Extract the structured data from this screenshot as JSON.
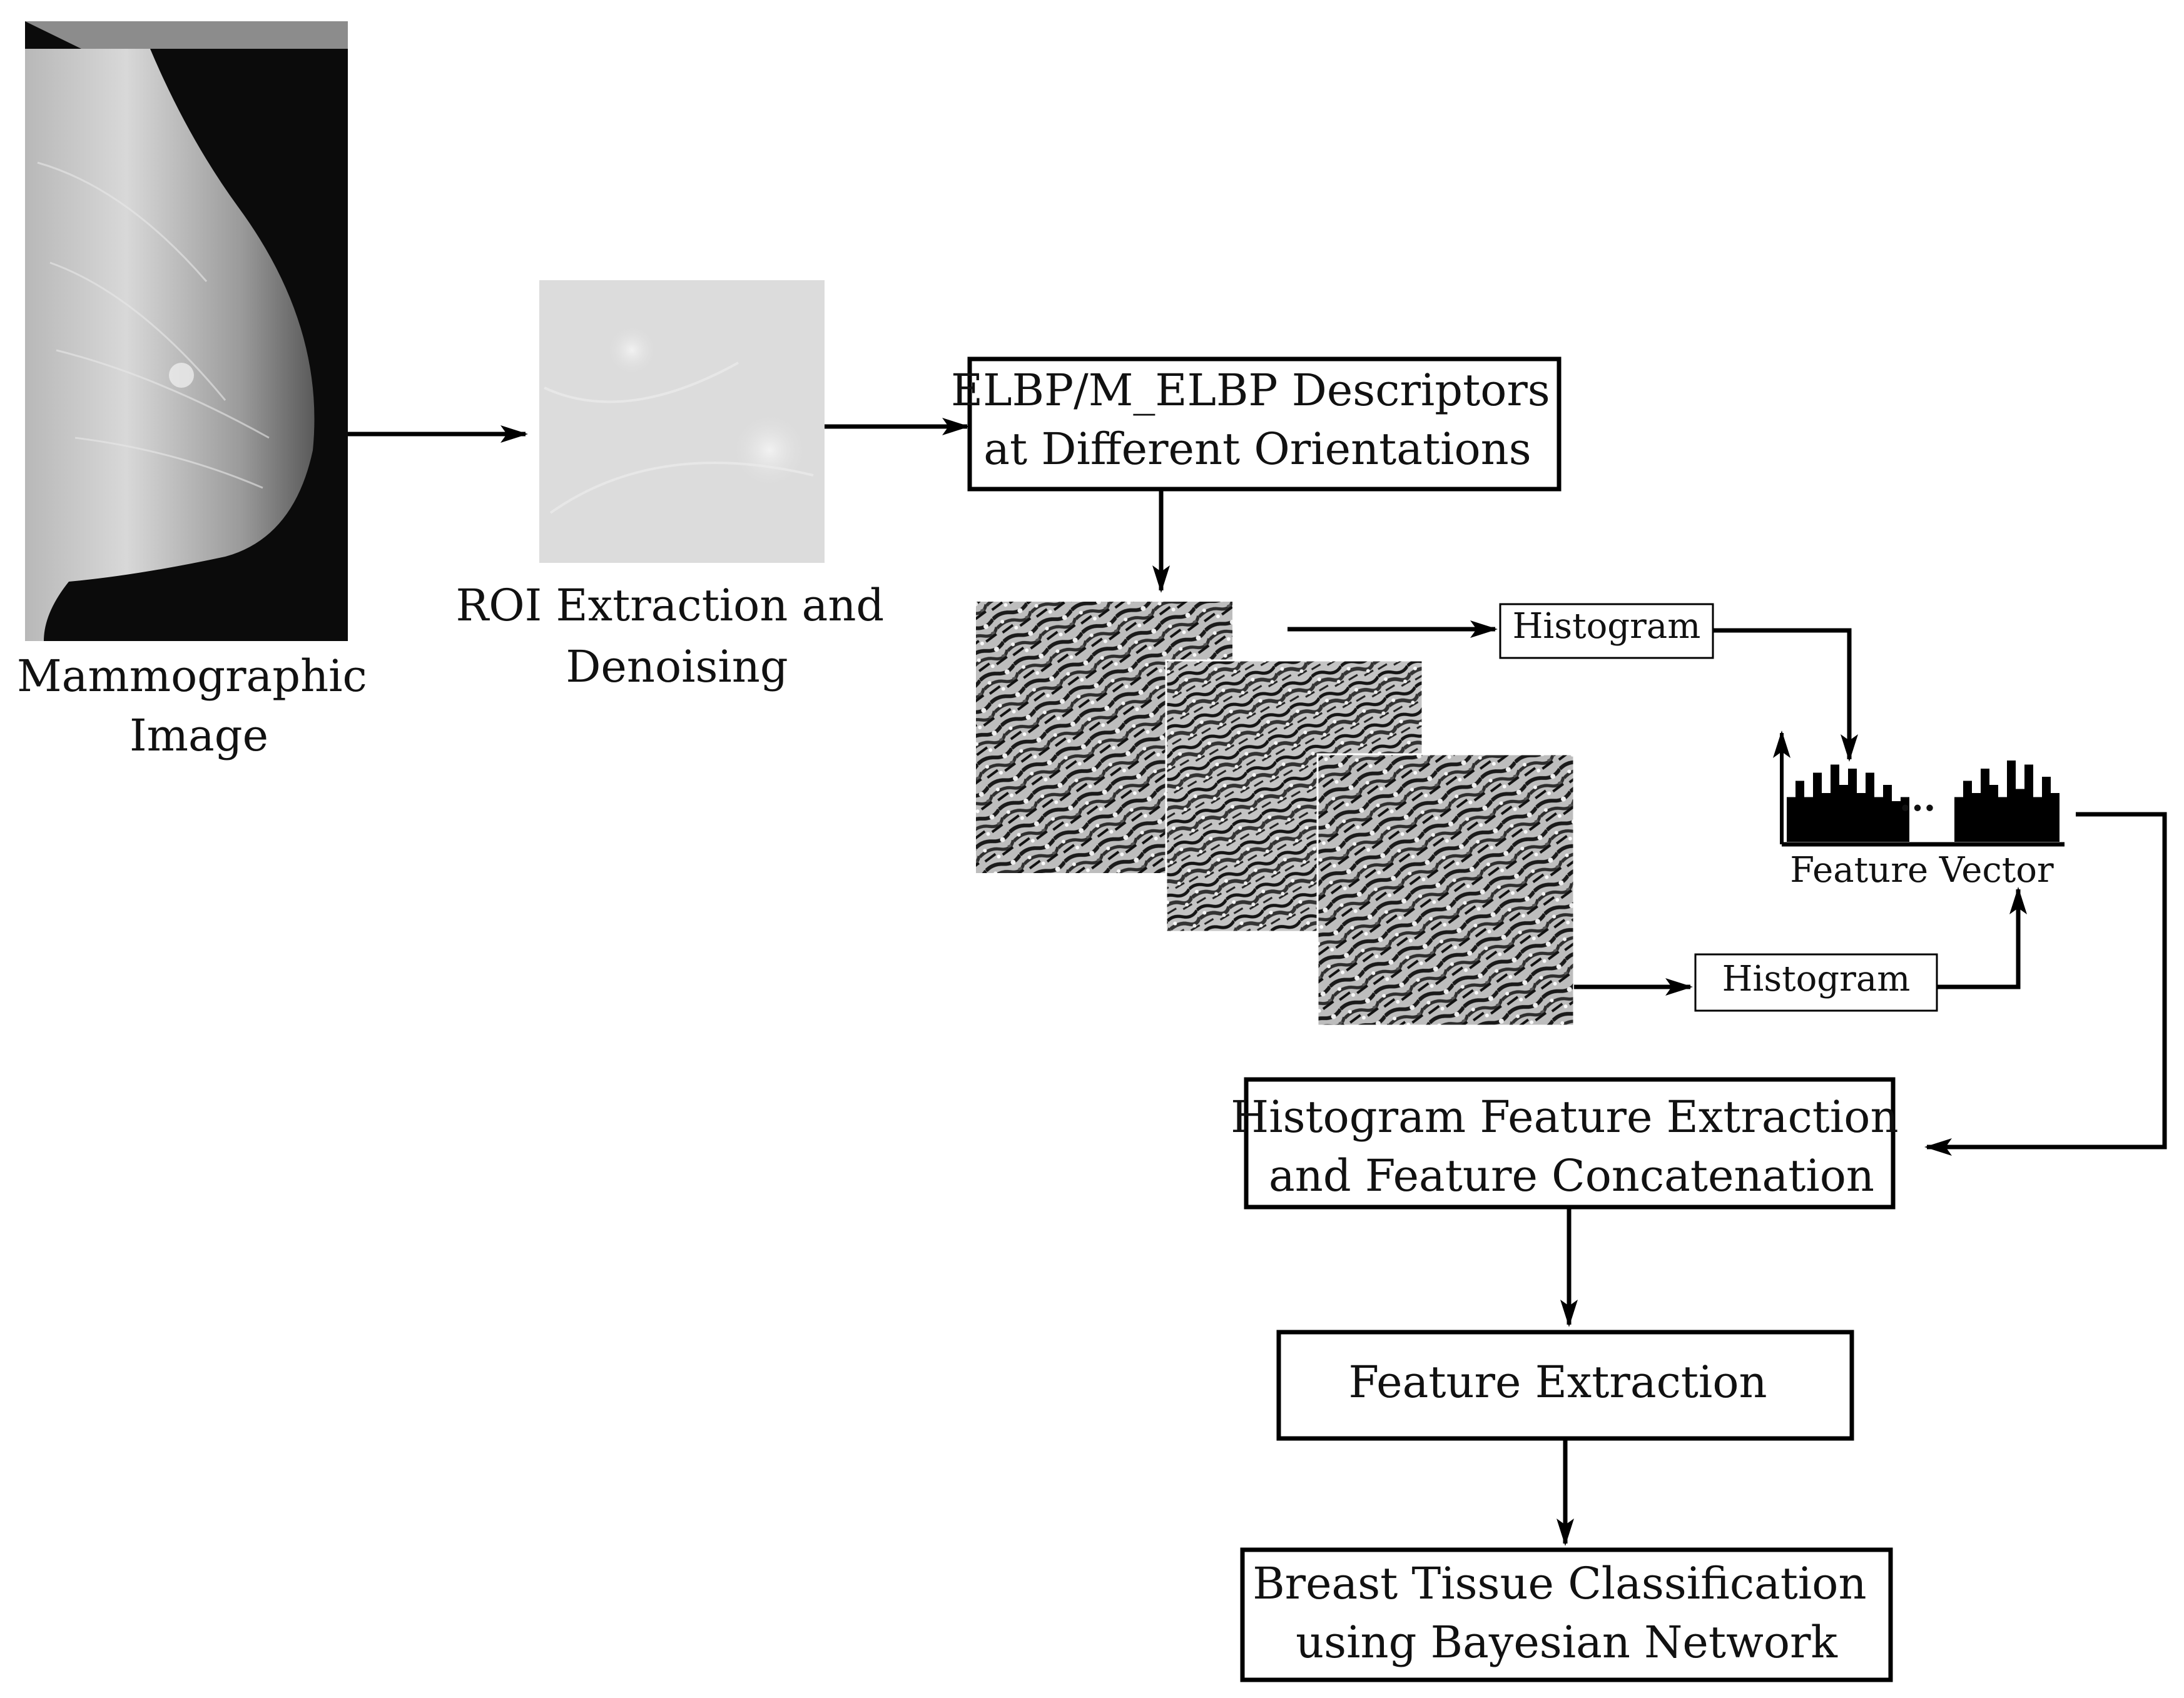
{
  "labels": {
    "mammo": [
      "Mammographic",
      "Image"
    ],
    "roi": [
      "ROI Extraction and",
      "Denoising"
    ],
    "elbp_box": [
      "ELBP/M_ELBP Descriptors",
      "at  Different Orientations"
    ],
    "histogram_top": "Histogram",
    "histogram_bottom": "Histogram",
    "feature_vector": "Feature Vector",
    "feature_vector_dots": "...",
    "hist_box": [
      "Histogram Feature Extraction",
      "and Feature Concatenation"
    ],
    "fe_box": "Feature Extraction",
    "class_box": [
      "Breast Tissue Classification",
      "using Bayesian Network"
    ]
  },
  "histogram_bars": {
    "left_group": [
      0.55,
      0.75,
      0.55,
      0.85,
      0.6,
      0.95,
      0.7,
      0.9,
      0.6,
      0.85,
      0.55,
      0.7,
      0.5,
      0.55
    ],
    "right_group": [
      0.55,
      0.75,
      0.6,
      0.9,
      0.7,
      0.55,
      1.0,
      0.65,
      0.95,
      0.55,
      0.8,
      0.6
    ]
  }
}
